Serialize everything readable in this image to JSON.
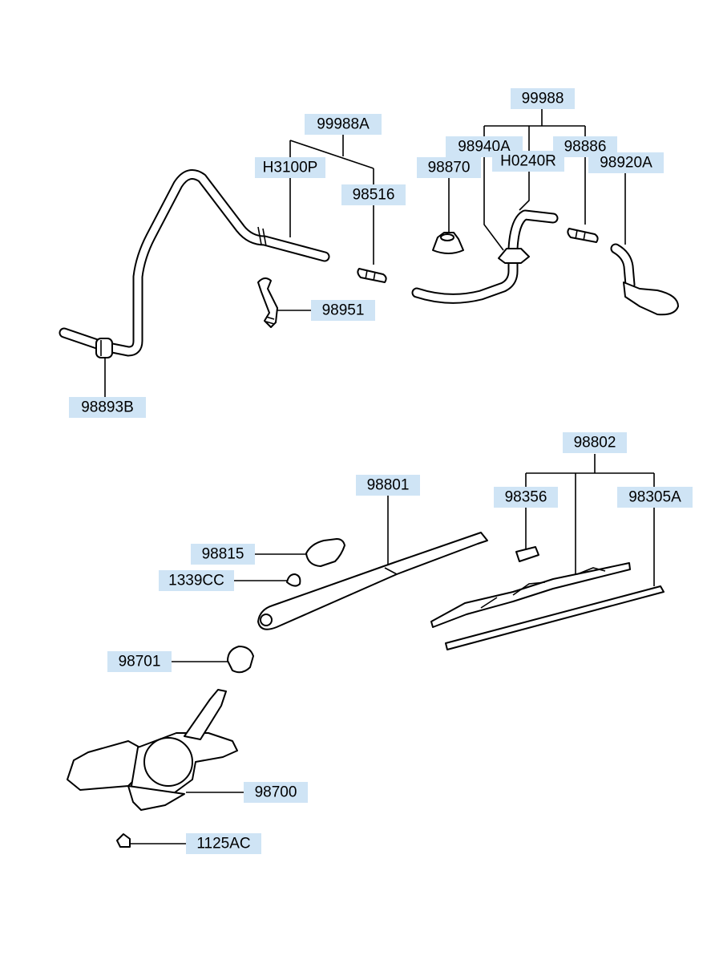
{
  "labels": {
    "p99988": "99988",
    "p99988A": "99988A",
    "p98940A": "98940A",
    "p98886": "98886",
    "pH3100P": "H3100P",
    "p98870": "98870",
    "pH0240R": "H0240R",
    "p98920A": "98920A",
    "p98516": "98516",
    "p98951": "98951",
    "p98893B": "98893B",
    "p98802": "98802",
    "p98801": "98801",
    "p98356": "98356",
    "p98305A": "98305A",
    "p98815": "98815",
    "p1339CC": "1339CC",
    "p98701": "98701",
    "p98700": "98700",
    "p1125AC": "1125AC"
  },
  "colors": {
    "label_background": "#cfe4f5",
    "line": "#000000",
    "background": "#ffffff"
  }
}
